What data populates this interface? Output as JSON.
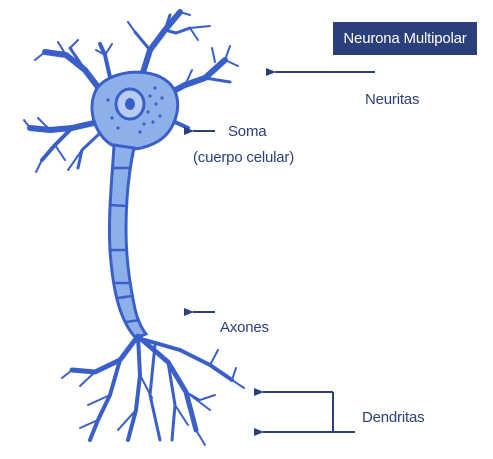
{
  "title": "Neurona Multipolar",
  "labels": {
    "neuritas": "Neuritas",
    "soma": "Soma",
    "soma_sub": "(cuerpo celular)",
    "axones": "Axones",
    "dendritas": "Dendritas"
  },
  "colors": {
    "title_bg": "#2b3f7a",
    "label_text": "#2b3f7a",
    "arrow": "#2b3f7a",
    "neuron_fill": "#8eb0ea",
    "neuron_stroke": "#3a5fc8"
  }
}
